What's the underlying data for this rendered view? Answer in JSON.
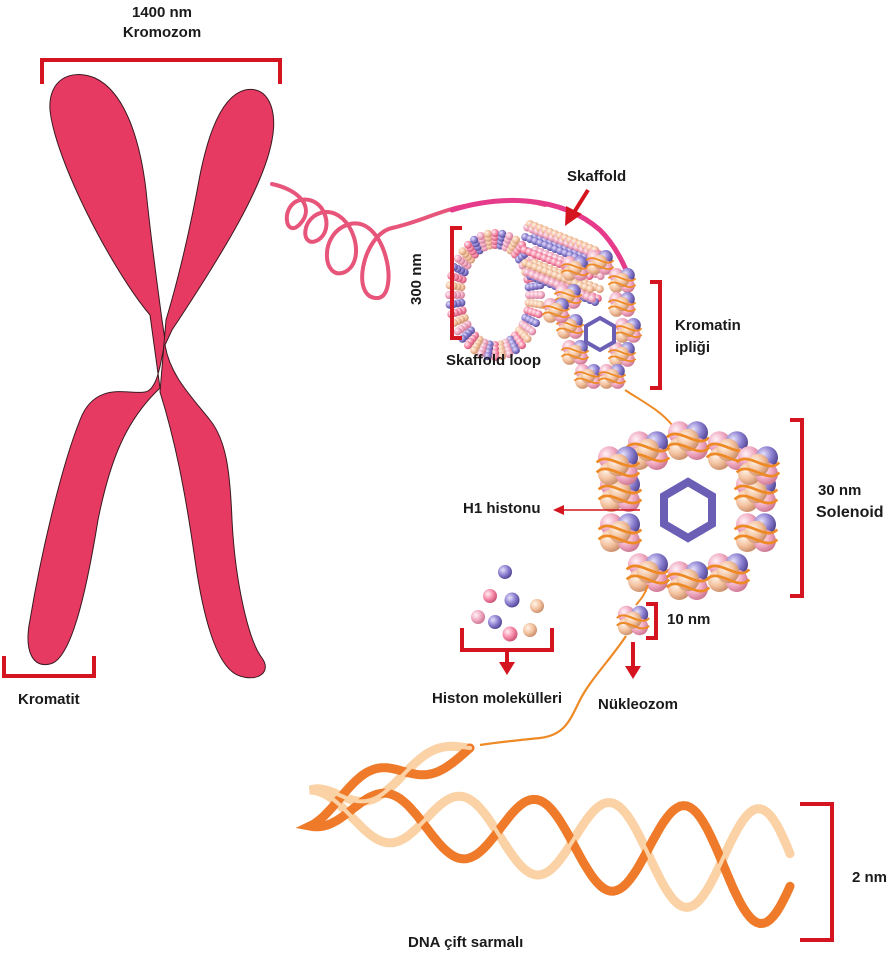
{
  "labels": {
    "chromosome_size": "1400 nm",
    "chromosome": "Kromozom",
    "chromatid": "Kromatit",
    "scaffold": "Skaffold",
    "scaffold_size": "300 nm",
    "scaffold_loop": "Skaffold loop",
    "chromatin_fiber_line1": "Kromatin",
    "chromatin_fiber_line2": "ipliği",
    "h1_histone": "H1 histonu",
    "solenoid_size": "30 nm",
    "solenoid": "Solenoid",
    "nucleosome_size": "10 nm",
    "histone_molecules": "Histon molekülleri",
    "nucleosome": "Nükleozom",
    "dna_size": "2 nm",
    "dna_helix": "DNA çift sarmalı"
  },
  "colors": {
    "chromosome": "#e63a63",
    "bracket": "#d4141f",
    "fiber_pink": "#e8557a",
    "fiber_orange": "#f08a2a",
    "histone_purple": "#7a6bb8",
    "histone_pink": "#f2b3c9",
    "histone_peach": "#f3c9a8",
    "dna_dark": "#ee7a2a",
    "dna_light": "#fbd2a5"
  }
}
